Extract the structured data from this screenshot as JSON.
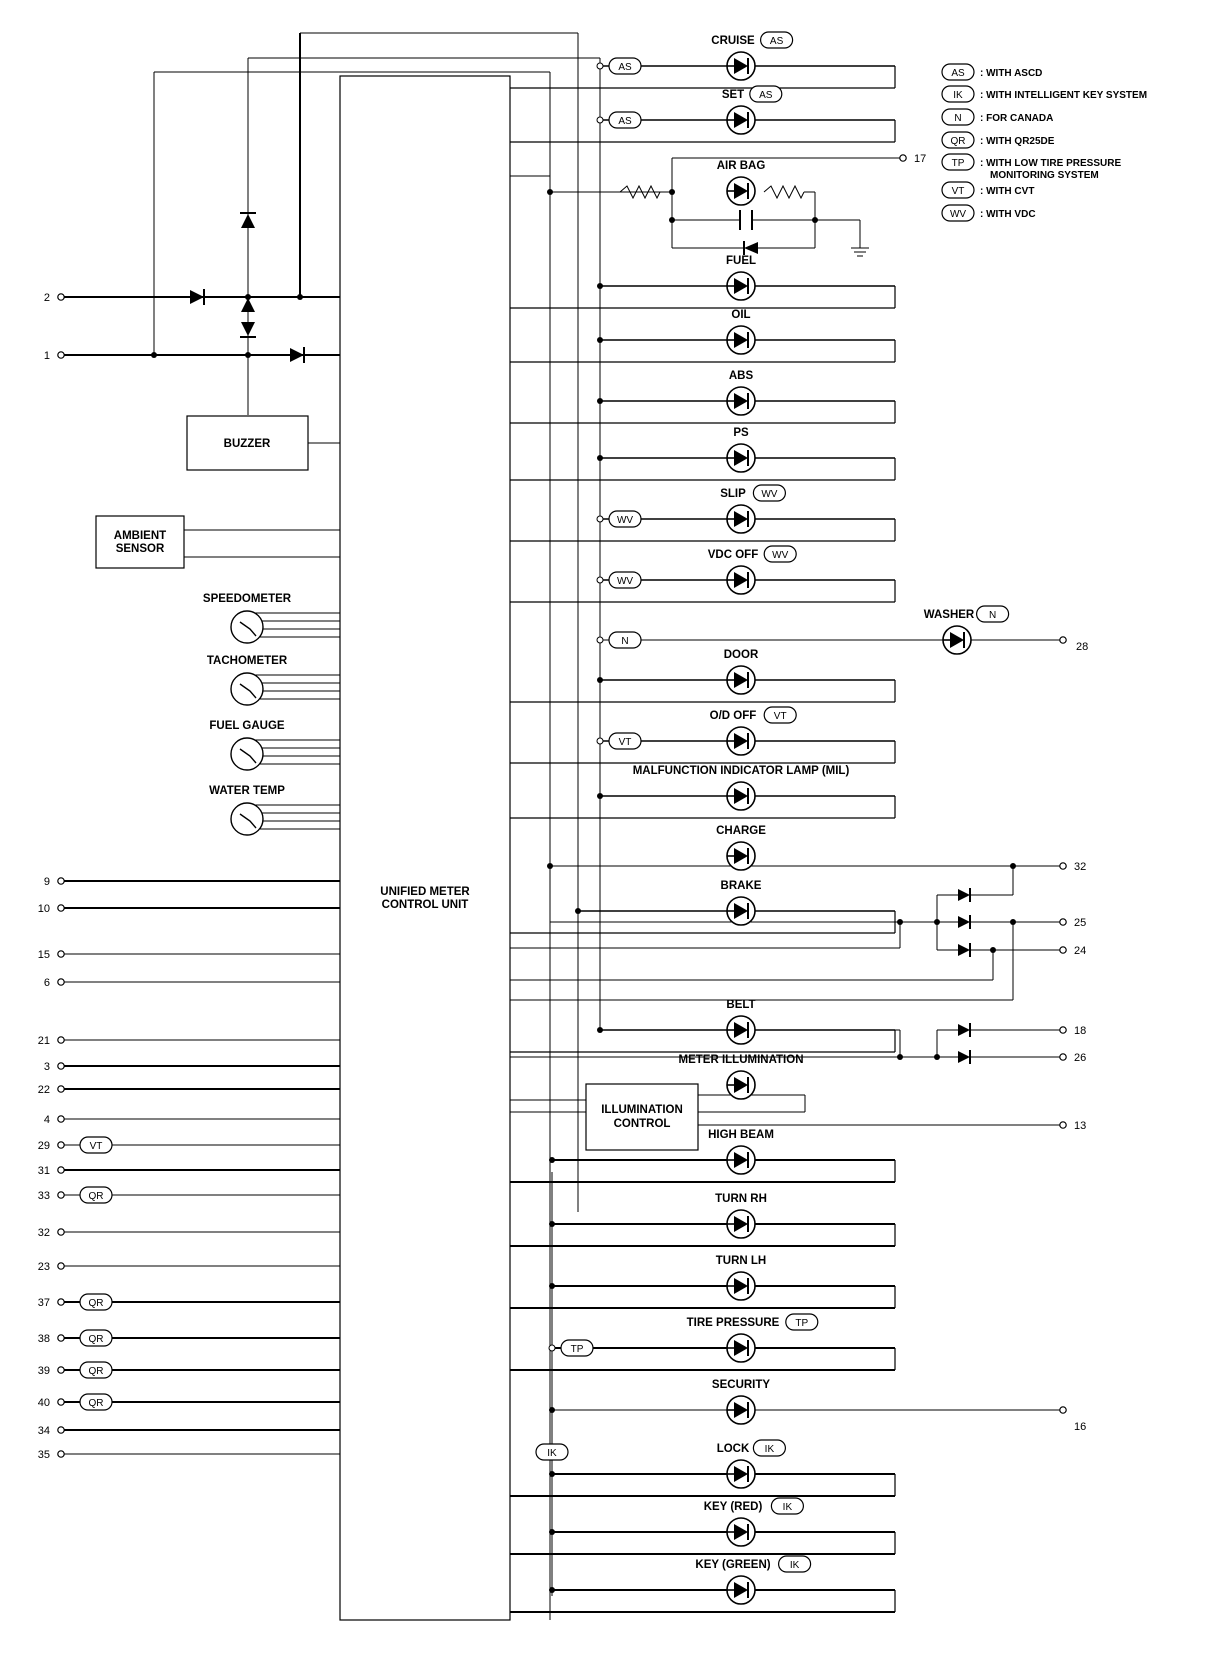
{
  "legend": [
    {
      "code": "AS",
      "text": ": WITH ASCD"
    },
    {
      "code": "IK",
      "text": ": WITH INTELLIGENT KEY SYSTEM"
    },
    {
      "code": "N",
      "text": ": FOR CANADA"
    },
    {
      "code": "QR",
      "text": ": WITH QR25DE"
    },
    {
      "code": "TP",
      "text": ": WITH LOW TIRE PRESSURE",
      "text2": "MONITORING SYSTEM"
    },
    {
      "code": "VT",
      "text": ": WITH CVT"
    },
    {
      "code": "WV",
      "text": ": WITH VDC"
    }
  ],
  "unit_label": [
    "UNIFIED METER",
    "CONTROL UNIT"
  ],
  "buzzer": "BUZZER",
  "ambient": [
    "AMBIENT",
    "SENSOR"
  ],
  "gauges": [
    "SPEEDOMETER",
    "TACHOMETER",
    "FUEL GAUGE",
    "WATER TEMP"
  ],
  "illumination_control": [
    "ILLUMINATION",
    "CONTROL"
  ],
  "lamps": [
    {
      "name": "CRUISE",
      "tag": "AS"
    },
    {
      "name": "SET",
      "tag": "AS"
    },
    {
      "name": "AIR BAG",
      "tag": ""
    },
    {
      "name": "FUEL",
      "tag": ""
    },
    {
      "name": "OIL",
      "tag": ""
    },
    {
      "name": "ABS",
      "tag": ""
    },
    {
      "name": "PS",
      "tag": ""
    },
    {
      "name": "SLIP",
      "tag": "WV"
    },
    {
      "name": "VDC OFF",
      "tag": "WV"
    },
    {
      "name": "WASHER",
      "tag": "N"
    },
    {
      "name": "DOOR",
      "tag": ""
    },
    {
      "name": "O/D OFF",
      "tag": "VT"
    },
    {
      "name": "MALFUNCTION INDICATOR LAMP (MIL)",
      "tag": ""
    },
    {
      "name": "CHARGE",
      "tag": ""
    },
    {
      "name": "BRAKE",
      "tag": ""
    },
    {
      "name": "BELT",
      "tag": ""
    },
    {
      "name": "METER ILLUMINATION",
      "tag": ""
    },
    {
      "name": "HIGH BEAM",
      "tag": ""
    },
    {
      "name": "TURN RH",
      "tag": ""
    },
    {
      "name": "TURN LH",
      "tag": ""
    },
    {
      "name": "TIRE PRESSURE",
      "tag": "TP"
    },
    {
      "name": "SECURITY",
      "tag": ""
    },
    {
      "name": "LOCK",
      "tag": "IK"
    },
    {
      "name": "KEY (RED)",
      "tag": "IK"
    },
    {
      "name": "KEY (GREEN)",
      "tag": "IK"
    }
  ],
  "wire_tags": [
    "AS",
    "AS",
    "WV",
    "WV",
    "N",
    "VT",
    "TP",
    "IK"
  ],
  "left_terminals": [
    {
      "num": "2",
      "tag": ""
    },
    {
      "num": "1",
      "tag": ""
    },
    {
      "num": "9",
      "tag": ""
    },
    {
      "num": "10",
      "tag": ""
    },
    {
      "num": "15",
      "tag": ""
    },
    {
      "num": "6",
      "tag": ""
    },
    {
      "num": "21",
      "tag": ""
    },
    {
      "num": "3",
      "tag": ""
    },
    {
      "num": "22",
      "tag": ""
    },
    {
      "num": "4",
      "tag": ""
    },
    {
      "num": "29",
      "tag": "VT"
    },
    {
      "num": "31",
      "tag": ""
    },
    {
      "num": "33",
      "tag": "QR"
    },
    {
      "num": "32",
      "tag": ""
    },
    {
      "num": "23",
      "tag": ""
    },
    {
      "num": "37",
      "tag": "QR"
    },
    {
      "num": "38",
      "tag": "QR"
    },
    {
      "num": "39",
      "tag": "QR"
    },
    {
      "num": "40",
      "tag": "QR"
    },
    {
      "num": "34",
      "tag": ""
    },
    {
      "num": "35",
      "tag": ""
    }
  ],
  "right_terminals": [
    "17",
    "28",
    "32",
    "25",
    "24",
    "18",
    "26",
    "13",
    "16"
  ]
}
